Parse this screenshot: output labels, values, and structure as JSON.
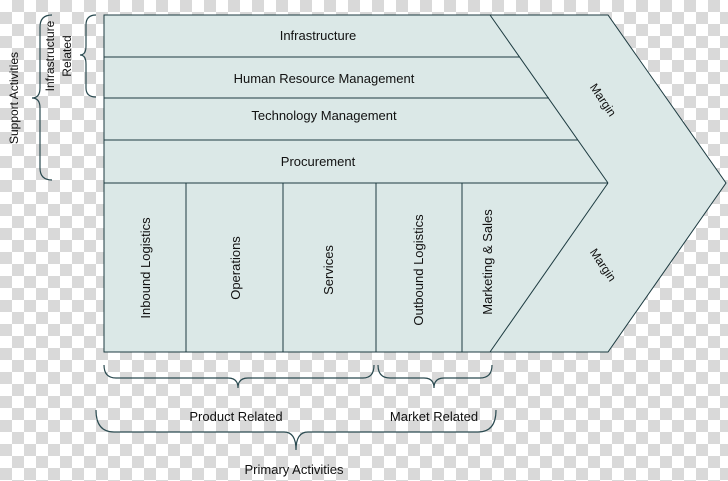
{
  "support": {
    "group_label": "Support Activities",
    "sub_group_label_line1": "Infrastructure",
    "sub_group_label_line2": "Related",
    "rows": [
      "Infrastructure",
      "Human Resource Management",
      "Technology Management",
      "Procurement"
    ]
  },
  "primary": {
    "columns": [
      "Inbound Logistics",
      "Operations",
      "Services",
      "Outbound Logistics",
      "Marketing & Sales"
    ],
    "product_label": "Product Related",
    "market_label": "Market Related",
    "group_label": "Primary Activities"
  },
  "margin": {
    "upper": "Margin",
    "lower": "Margin"
  },
  "colors": {
    "fill": "#dbe8e7",
    "stroke": "#1c3a40",
    "brace": "#2a4a50"
  }
}
